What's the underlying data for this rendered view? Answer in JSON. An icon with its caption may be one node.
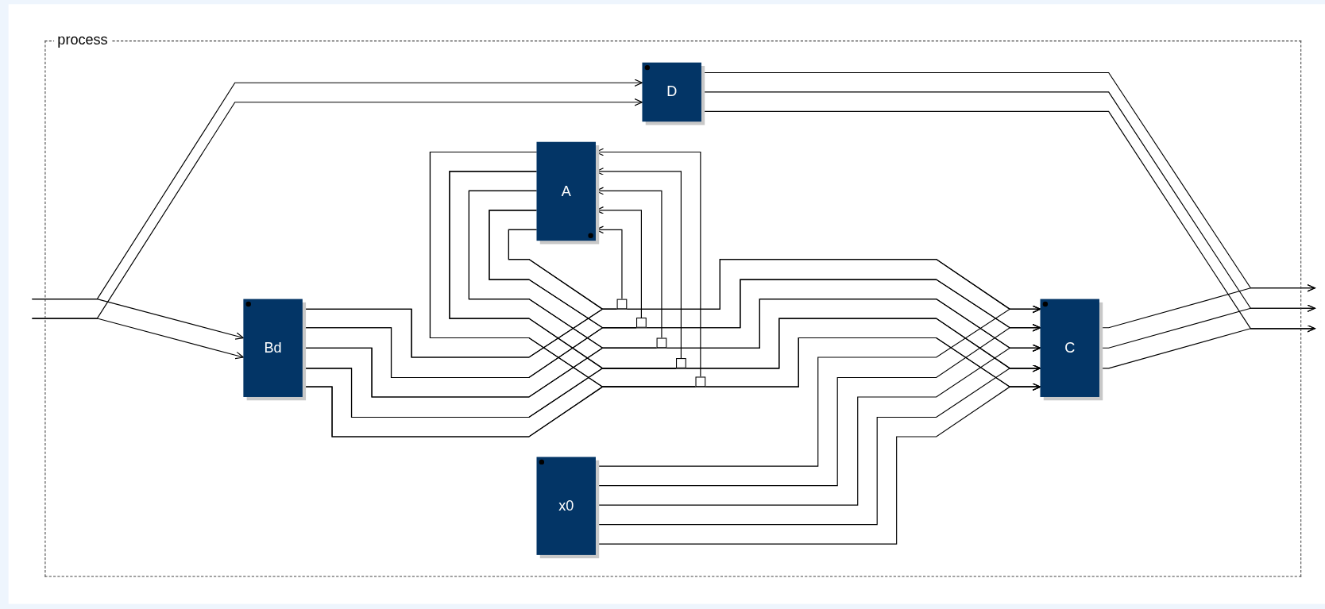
{
  "diagram": {
    "nodes": [
      {
        "text": [
          "process"
        ]
      },
      {
        "text": [
          "D"
        ],
        "in": 0
      },
      {
        "text": [
          "A"
        ],
        "in": 0
      },
      {
        "text": [
          "Bd"
        ],
        "in": 0
      },
      {
        "text": [
          "C"
        ],
        "in": 0
      },
      {
        "text": [
          "x0"
        ],
        "in": 0
      },
      {
        "text": [],
        "shape": "box",
        "in": 0
      },
      {
        "text": [],
        "shape": "box",
        "in": 0
      },
      {
        "text": [],
        "shape": "box",
        "in": 0
      },
      {
        "text": [],
        "shape": "box",
        "in": 0
      },
      {
        "text": [],
        "shape": "box",
        "in": 0
      }
    ],
    "edges": [
      {
        "from": null,
        "to": 1,
        "arrow": "to"
      },
      {
        "from": null,
        "to": 1,
        "arrow": "to"
      },
      {
        "from": null,
        "to": 3,
        "arrow": "to"
      },
      {
        "from": null,
        "to": 3,
        "arrow": "to"
      },
      {
        "from": 1,
        "to": null,
        "arrow": "to"
      },
      {
        "from": 1,
        "to": null,
        "arrow": "to"
      },
      {
        "from": 1,
        "to": null,
        "arrow": "to"
      },
      {
        "from": 4,
        "to": null,
        "arrow": "to"
      },
      {
        "from": 4,
        "to": null,
        "arrow": "to"
      },
      {
        "from": 4,
        "to": null,
        "arrow": "to"
      },
      {
        "from": 2,
        "to": 6,
        "arrow": "none"
      },
      {
        "from": 3,
        "to": 6,
        "arrow": "none"
      },
      {
        "from": 2,
        "to": 4,
        "arrow": "to"
      },
      {
        "from": 3,
        "to": 4,
        "arrow": "to"
      },
      {
        "from": 5,
        "to": 4,
        "arrow": "to"
      },
      {
        "from": 6,
        "to": 2,
        "arrow": "to"
      },
      {
        "from": 2,
        "to": 7,
        "arrow": "none"
      },
      {
        "from": 3,
        "to": 7,
        "arrow": "none"
      },
      {
        "from": 2,
        "to": 4,
        "arrow": "to"
      },
      {
        "from": 3,
        "to": 4,
        "arrow": "to"
      },
      {
        "from": 5,
        "to": 4,
        "arrow": "to"
      },
      {
        "from": 7,
        "to": 2,
        "arrow": "to"
      },
      {
        "from": 2,
        "to": 8,
        "arrow": "none"
      },
      {
        "from": 3,
        "to": 8,
        "arrow": "none"
      },
      {
        "from": 2,
        "to": 4,
        "arrow": "to"
      },
      {
        "from": 3,
        "to": 4,
        "arrow": "to"
      },
      {
        "from": 5,
        "to": 4,
        "arrow": "to"
      },
      {
        "from": 8,
        "to": 2,
        "arrow": "to"
      },
      {
        "from": 2,
        "to": 9,
        "arrow": "none"
      },
      {
        "from": 3,
        "to": 9,
        "arrow": "none"
      },
      {
        "from": 2,
        "to": 4,
        "arrow": "to"
      },
      {
        "from": 3,
        "to": 4,
        "arrow": "to"
      },
      {
        "from": 5,
        "to": 4,
        "arrow": "to"
      },
      {
        "from": 9,
        "to": 2,
        "arrow": "to"
      },
      {
        "from": 2,
        "to": 10,
        "arrow": "none"
      },
      {
        "from": 3,
        "to": 10,
        "arrow": "none"
      },
      {
        "from": 2,
        "to": 4,
        "arrow": "to"
      },
      {
        "from": 3,
        "to": 4,
        "arrow": "to"
      },
      {
        "from": 5,
        "to": 4,
        "arrow": "to"
      },
      {
        "from": 10,
        "to": 2,
        "arrow": "to"
      }
    ]
  }
}
